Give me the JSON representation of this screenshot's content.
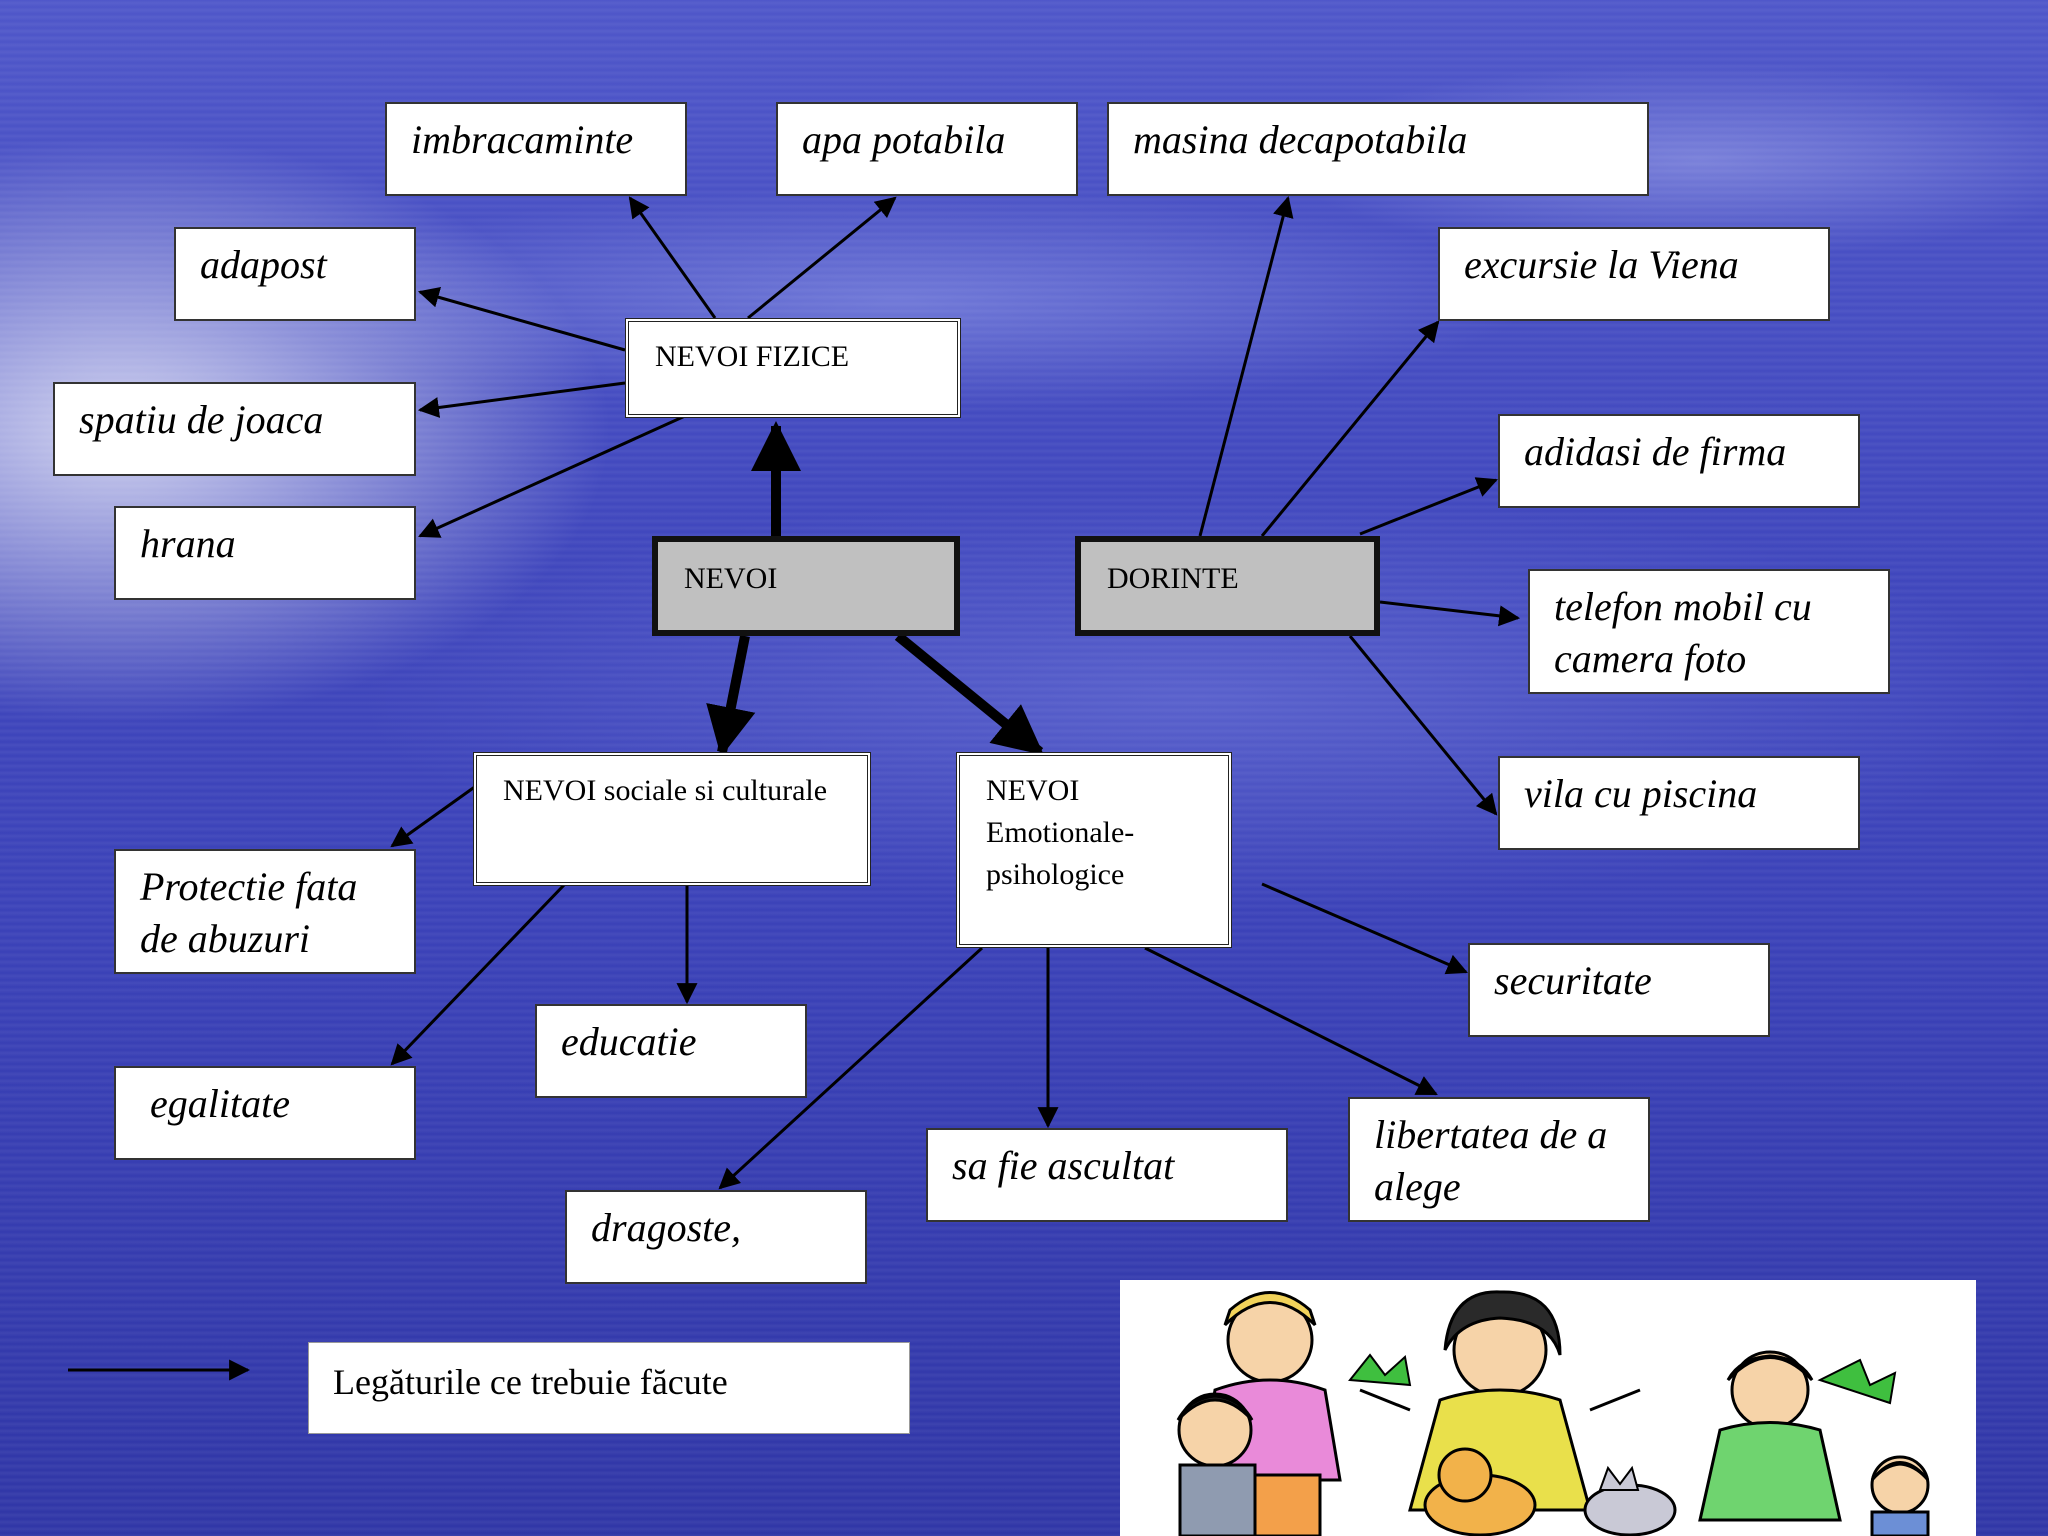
{
  "core": {
    "nevoi": "NEVOI",
    "dorinte": "DORINTE"
  },
  "hubs": {
    "fizice": "NEVOI FIZICE",
    "sociale": "NEVOI sociale si culturale",
    "emotionale": "NEVOI Emotionale-psihologice"
  },
  "leaves": {
    "imbracaminte": "imbracaminte",
    "apa": "apa potabila",
    "adapost": "adapost",
    "spatiu": "spatiu de joaca",
    "hrana": "hrana",
    "masina": "masina decapotabila",
    "excursie": "excursie la Viena",
    "adidasi": "adidasi de firma",
    "telefon": "telefon mobil cu camera foto",
    "vila": "vila cu piscina",
    "protectie": "Protectie fata de abuzuri",
    "educatie": "educatie",
    "egalitate": "egalitate",
    "securitate": "securitate",
    "dragoste": "dragoste,",
    "ascultat": "sa fie ascultat",
    "libertatea": "libertatea de a alege"
  },
  "legend": {
    "text": "Legăturile ce trebuie făcute",
    "icon": "arrow-icon"
  },
  "colors": {
    "background": "#3f46bd",
    "core_fill": "#c0c0c0",
    "box_fill": "#ffffff"
  },
  "picture": {
    "icon": "children-clipart-icon"
  }
}
